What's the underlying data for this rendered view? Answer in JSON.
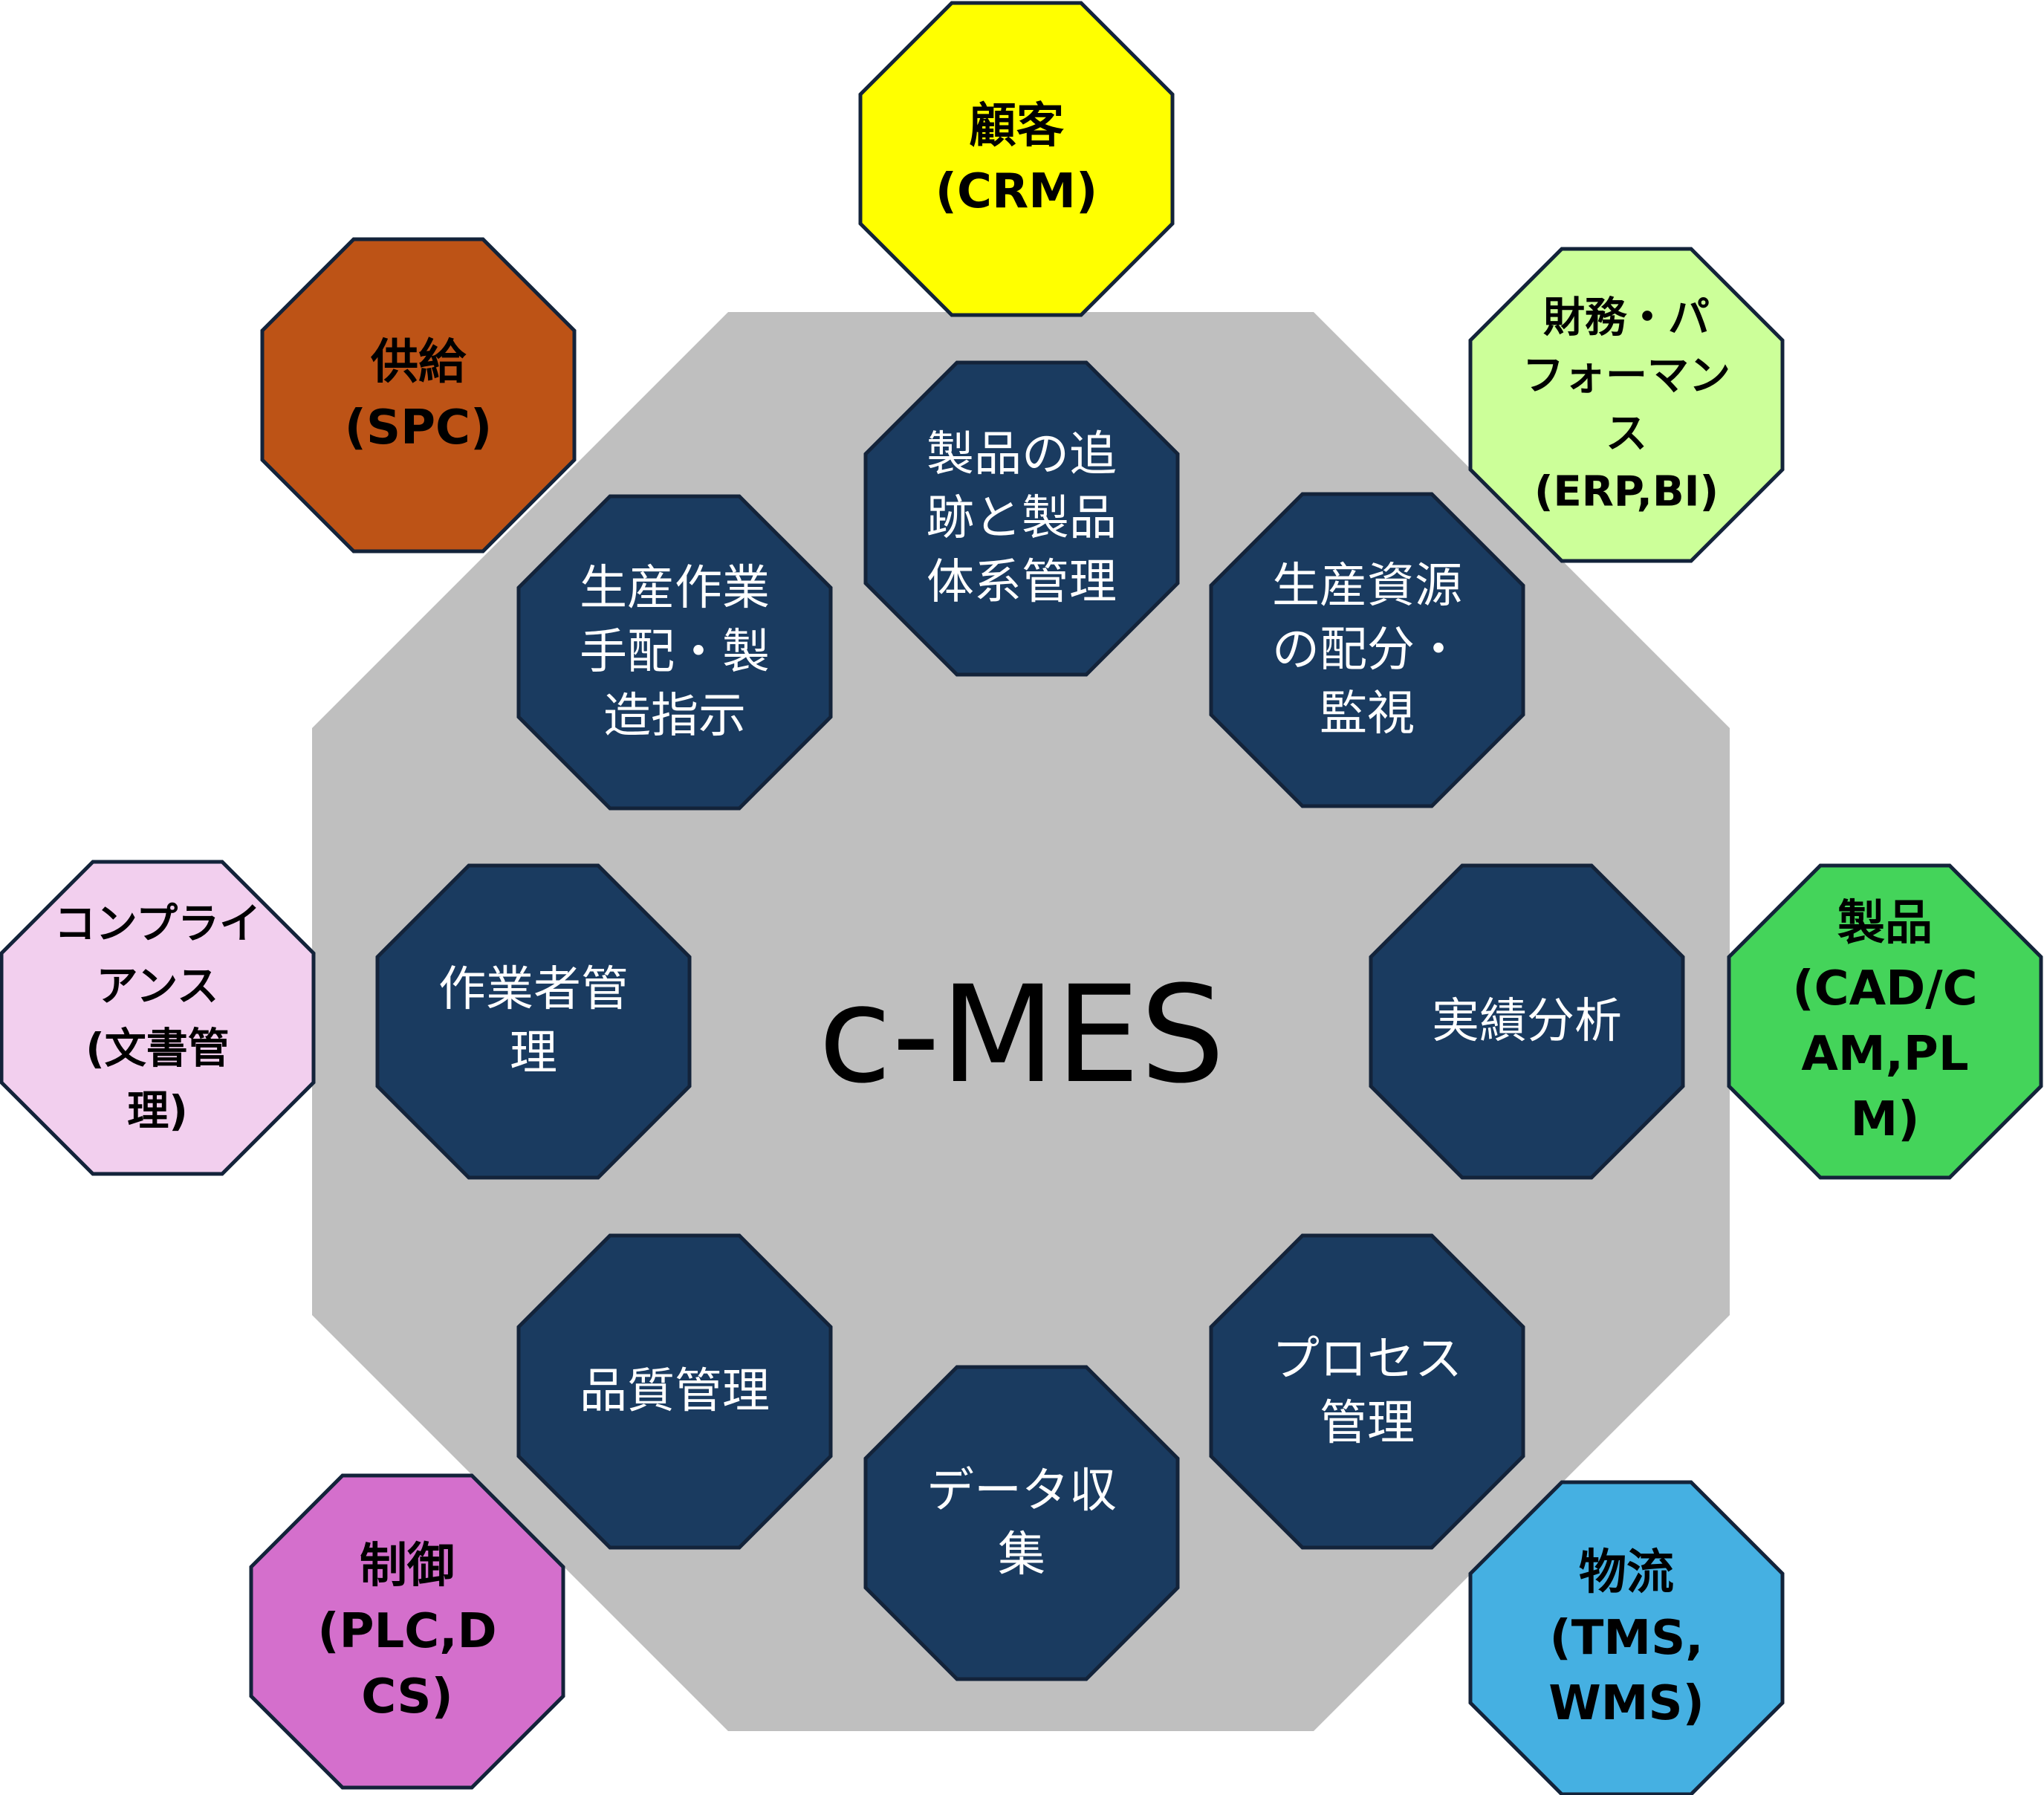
{
  "diagram": {
    "center": {
      "title": "c-MES"
    },
    "modules": [
      {
        "id": "product-tracking",
        "lines": [
          "製品の追",
          "跡と製品",
          "体系管理"
        ]
      },
      {
        "id": "resource-allocation",
        "lines": [
          "生産資源",
          "の配分・",
          "監視"
        ]
      },
      {
        "id": "performance-analysis",
        "lines": [
          "実績分析"
        ]
      },
      {
        "id": "process-management",
        "lines": [
          "プロセス",
          "管理"
        ]
      },
      {
        "id": "data-collection",
        "lines": [
          "データ収",
          "集"
        ]
      },
      {
        "id": "quality-management",
        "lines": [
          "品質管理"
        ]
      },
      {
        "id": "labor-management",
        "lines": [
          "作業者管",
          "理"
        ]
      },
      {
        "id": "dispatching",
        "lines": [
          "生産作業",
          "手配・製",
          "造指示"
        ]
      }
    ],
    "systems": [
      {
        "id": "crm",
        "lines": [
          "顧客",
          "(CRM)"
        ],
        "color": "#FFFF00"
      },
      {
        "id": "erp-bi",
        "lines": [
          "財務・パ",
          "フォーマン",
          "ス",
          "(ERP,BI)"
        ],
        "color": "#CCFF99"
      },
      {
        "id": "cad-plm",
        "lines": [
          "製品",
          "(CAD/C",
          "AM,PL",
          "M)"
        ],
        "color": "#44D45A"
      },
      {
        "id": "tms-wms",
        "lines": [
          "物流",
          "(TMS,",
          "WMS)"
        ],
        "color": "#45B0E2"
      },
      {
        "id": "plc-dcs",
        "lines": [
          "制御",
          "(PLC,D",
          "CS)"
        ],
        "color": "#D46FCC"
      },
      {
        "id": "compliance",
        "lines": [
          "コンプライ",
          "アンス",
          "(文書管",
          "理)"
        ],
        "color": "#F2CFEE"
      },
      {
        "id": "spc",
        "lines": [
          "供給",
          "(SPC)"
        ],
        "color": "#BD5316"
      }
    ],
    "colors": {
      "central_fill": "#BFBFBF",
      "module_fill": "#1A3B60",
      "outline": "#13233A"
    }
  }
}
